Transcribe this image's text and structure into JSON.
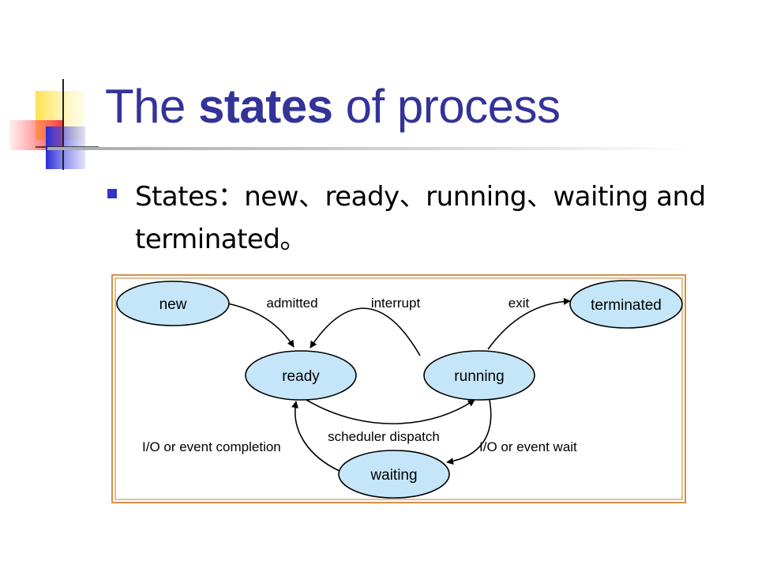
{
  "slide": {
    "title": {
      "before": "The ",
      "emphasis": "states",
      "after": " of process"
    },
    "bullet": "States：new、ready、running、waiting and terminated。"
  },
  "diagram": {
    "states": {
      "new": "new",
      "ready": "ready",
      "running": "running",
      "waiting": "waiting",
      "terminated": "terminated"
    },
    "transitions": {
      "admitted": "admitted",
      "interrupt": "interrupt",
      "exit": "exit",
      "scheduler_dispatch": "scheduler dispatch",
      "io_event_completion": "I/O or event completion",
      "io_event_wait": "I/O or event wait"
    }
  },
  "colors": {
    "title": "#333399",
    "bullet": "#3333cc",
    "node_fill": "#c4e6f8",
    "frame": "#d4914a"
  }
}
